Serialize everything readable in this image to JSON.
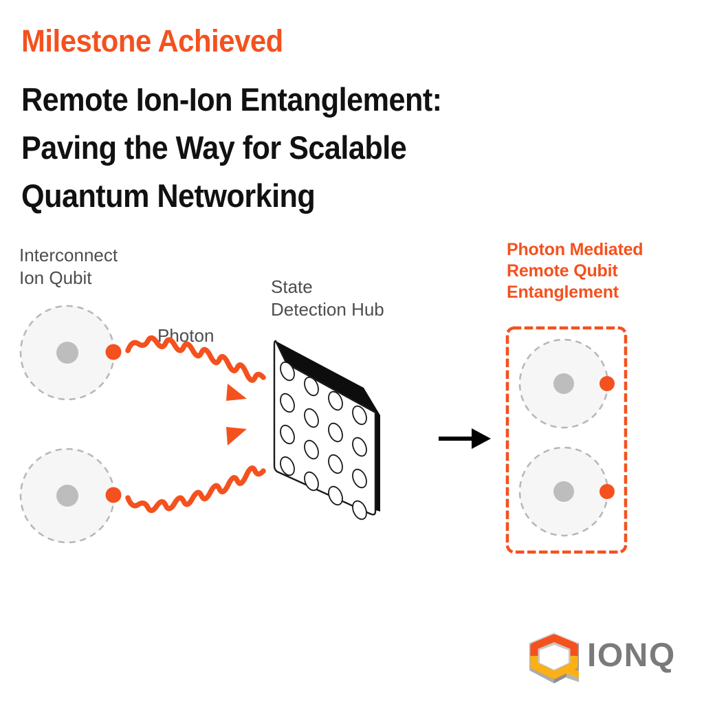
{
  "page": {
    "background": "#ffffff",
    "accent_orange": "#F4511E",
    "accent_yellow": "#FBB016",
    "grey_text": "#4d4d4d",
    "dark_text": "#111111",
    "logo_grey": "#7a7a7a"
  },
  "header": {
    "eyebrow": "Milestone Achieved",
    "headline_line1": "Remote Ion-Ion Entanglement:",
    "headline_line2": "Paving the Way for Scalable",
    "headline_line3": "Quantum Networking"
  },
  "diagram": {
    "left_label_line1": "Interconnect",
    "left_label_line2": "Ion Qubit",
    "photon_label": "Photon",
    "hub_label_line1": "State",
    "hub_label_line2": "Detection Hub",
    "right_label_line1": "Photon Mediated",
    "right_label_line2": "Remote Qubit",
    "right_label_line3": "Entanglement",
    "qubit_count_left": 2,
    "qubit_count_right": 2,
    "detector_grid_rows": 4,
    "detector_grid_cols": 4,
    "photon_wave_count": 2,
    "transition_arrow": "right-arrow"
  },
  "logo": {
    "wordmark": "IONQ",
    "mark_name": "ionq-hexagon-mark"
  }
}
